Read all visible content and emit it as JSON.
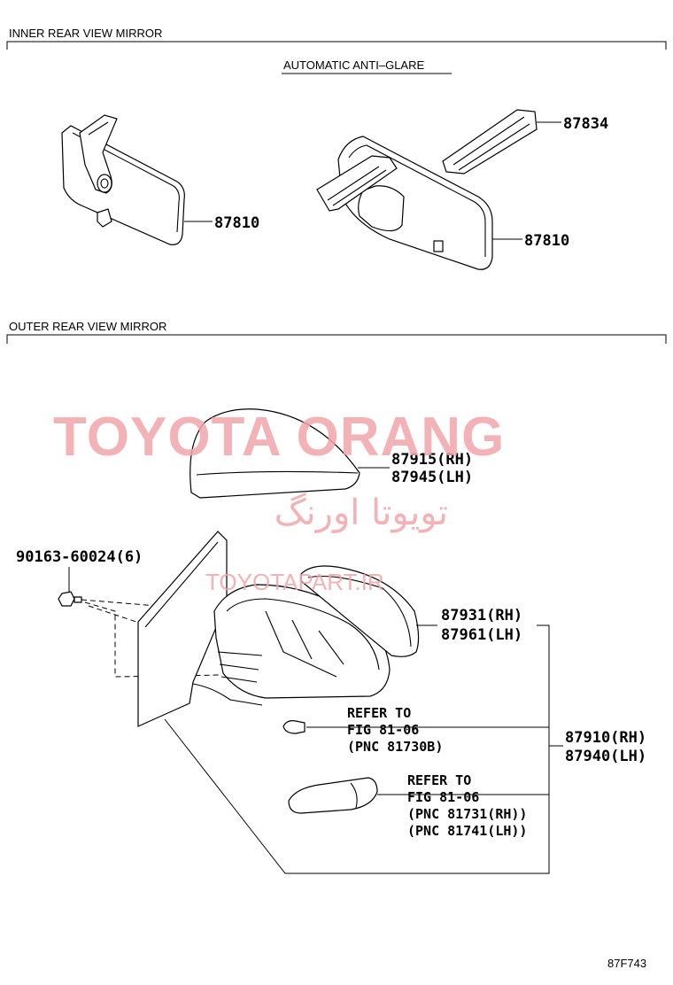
{
  "sections": {
    "inner": {
      "title": "INNER REAR VIEW MIRROR",
      "subtitle": "AUTOMATIC ANTI–GLARE"
    },
    "outer": {
      "title": "OUTER REAR VIEW MIRROR"
    }
  },
  "callouts": {
    "p87834": "87834",
    "p87810_a": "87810",
    "p87810_b": "87810",
    "p87915": "87915(RH)",
    "p87945": "87945(LH)",
    "p90163": "90163-60024(6)",
    "p87931": "87931(RH)",
    "p87961": "87961(LH)",
    "p87910": "87910(RH)",
    "p87940": "87940(LH)"
  },
  "refs": {
    "ref1": {
      "line1": "REFER TO",
      "line2": "FIG 81-06",
      "line3": "(PNC 81730B)"
    },
    "ref2": {
      "line1": "REFER TO",
      "line2": "FIG 81-06",
      "line3": "(PNC 81731(RH))",
      "line4": "(PNC 81741(LH))"
    }
  },
  "watermark": {
    "brand": "TOYOTA ORANG",
    "persian": "تویوتا اورنگ",
    "url": "TOYOTAPART.IR",
    "color": "#f2a5aa"
  },
  "figure_code": "87F743"
}
